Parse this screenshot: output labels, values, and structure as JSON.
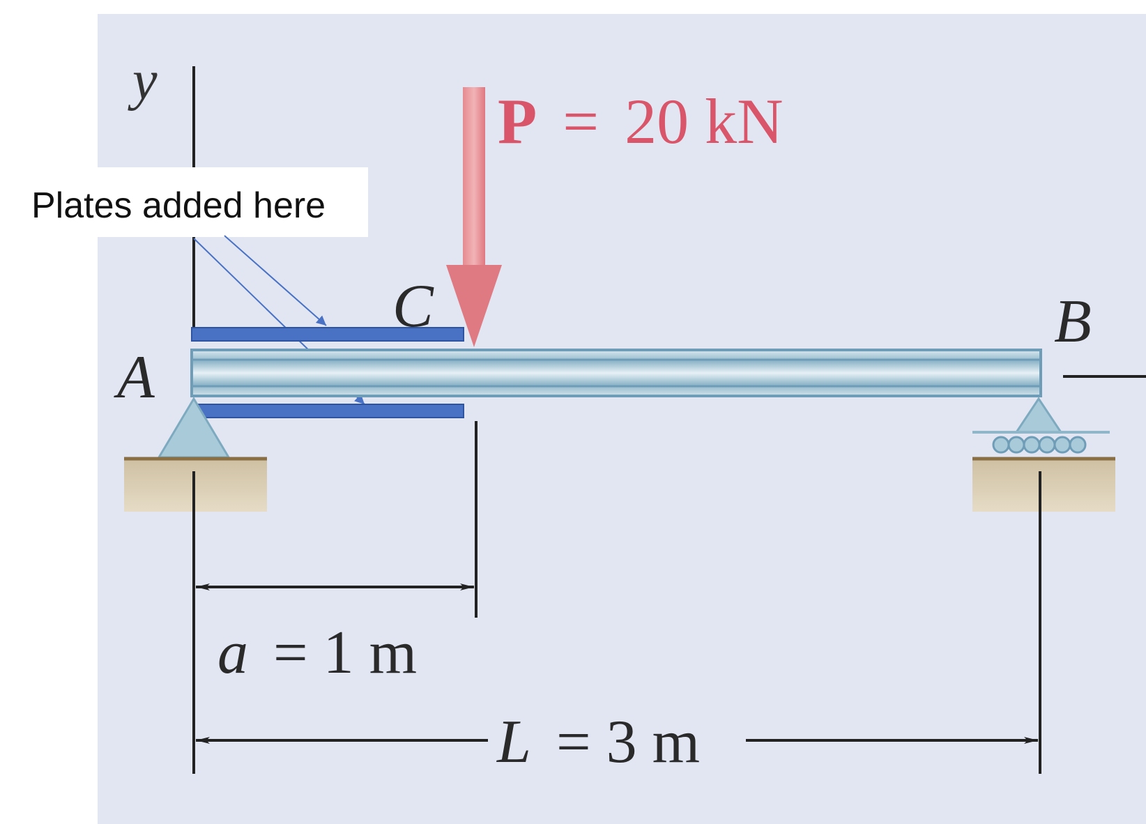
{
  "labels": {
    "y_axis": "y",
    "point_a": "A",
    "point_b": "B",
    "point_c": "C",
    "callout": "Plates added here"
  },
  "load": {
    "symbol": "P",
    "equals": "=",
    "value_text": "20 kN"
  },
  "dimensions": {
    "a_symbol": "a",
    "a_value": "= 1 m",
    "L_symbol": "L",
    "L_value": "= 3 m"
  },
  "colors": {
    "background_panel": "#e1e6f2",
    "beam": "#9cc0d2",
    "beam_edge": "#6f9db7",
    "plate": "#4a72c4",
    "load_arrow": "#e07a82",
    "load_text": "#d9566a",
    "ground": "#d6ccb4",
    "ground_edge": "#8a6f45",
    "support": "#a9cad8",
    "callout_line": "#4a72c4",
    "ink": "#222222"
  }
}
